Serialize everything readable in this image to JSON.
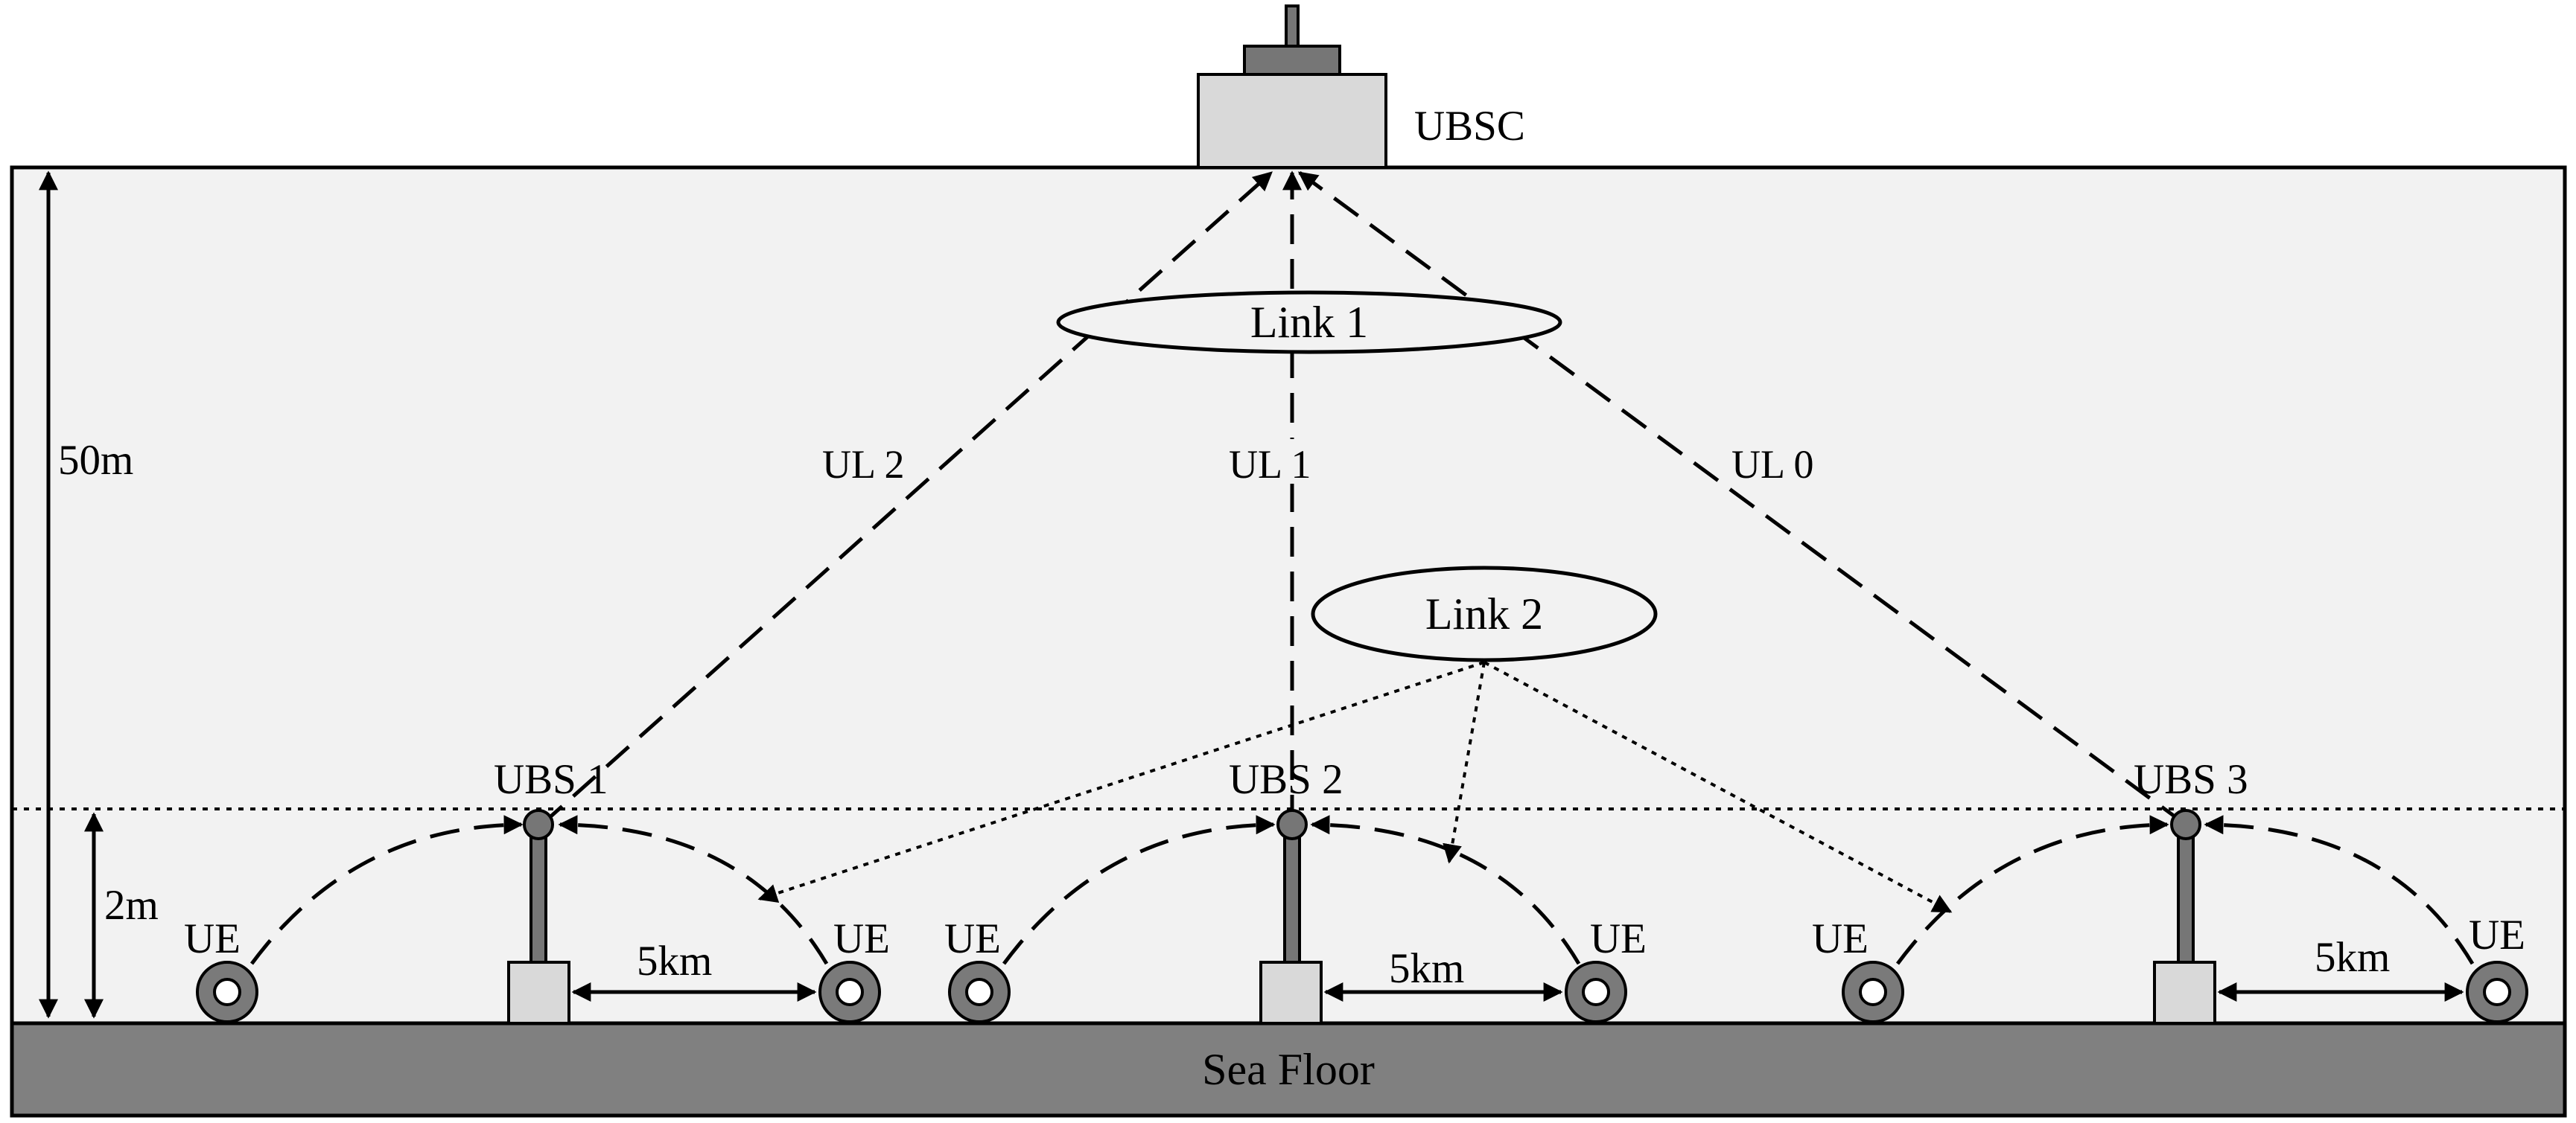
{
  "diagram": {
    "controller_label": "UBSC",
    "seafloor_label": "Sea Floor",
    "depth_label": "50m",
    "height_label": "2m",
    "link1_label": "Link 1",
    "link2_label": "Link 2",
    "uplinks": [
      "UL 2",
      "UL 1",
      "UL 0"
    ],
    "stations": [
      {
        "label": "UBS 1",
        "left_ue": "UE",
        "right_ue": "UE",
        "distance": "5km"
      },
      {
        "label": "UBS 2",
        "left_ue": "UE",
        "right_ue": "UE",
        "distance": "5km"
      },
      {
        "label": "UBS 3",
        "left_ue": "UE",
        "right_ue": "UE",
        "distance": "5km"
      }
    ]
  },
  "colors": {
    "water": "#f2f2f2",
    "seafloor": "#808080",
    "pole": "#767676",
    "base": "#d9d9d9",
    "ue_ring": "#7a7a7a"
  }
}
